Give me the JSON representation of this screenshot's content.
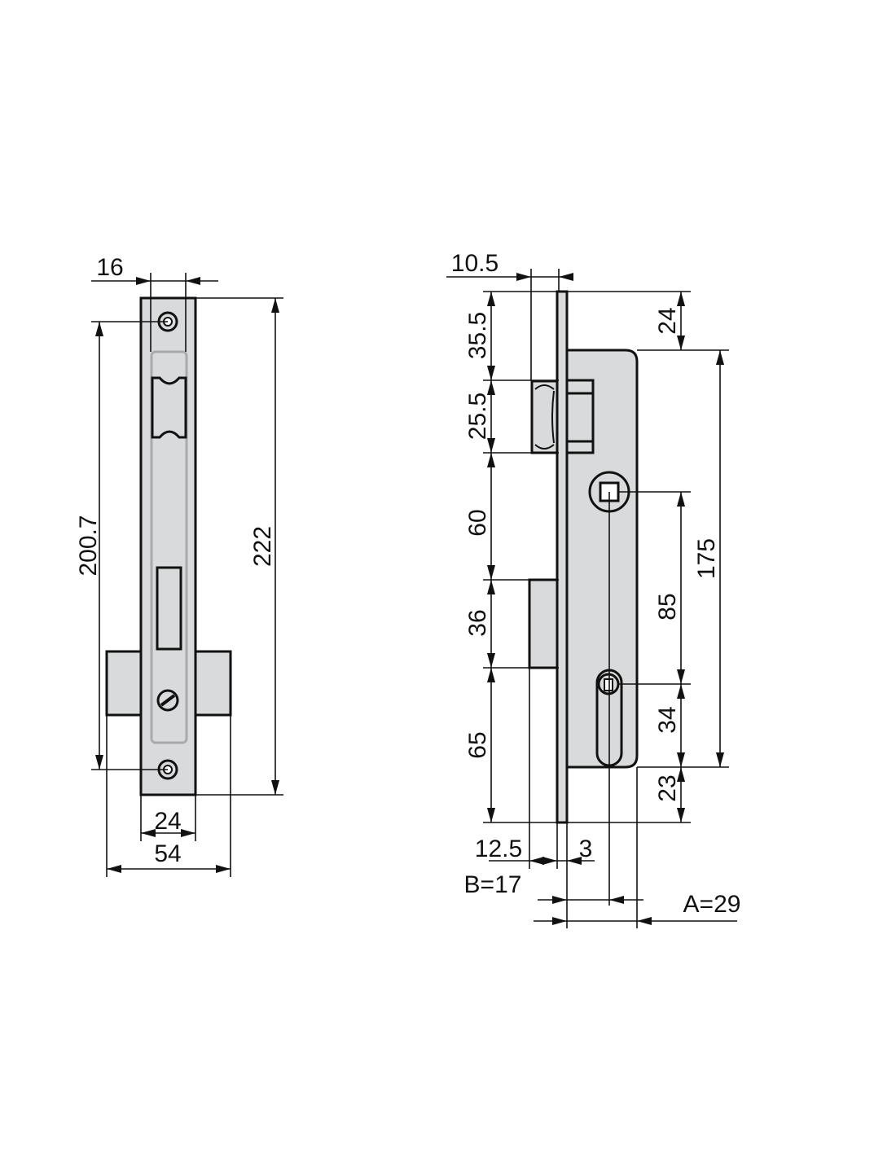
{
  "drawing": {
    "title": "Mortise lock dimension drawing",
    "front_view": {
      "dimensions": {
        "faceplate_width": "16",
        "screw_spacing": "200.7",
        "faceplate_height": "222",
        "case_width": "24",
        "overall_width": "54"
      }
    },
    "side_view": {
      "dimensions": {
        "latch_offset": "10.5",
        "top_to_latch": "35.5",
        "latch_height": "25.5",
        "latch_to_bolt": "60",
        "bolt_height": "36",
        "bolt_to_bottom": "65",
        "top_to_case": "24",
        "case_height": "175",
        "centre_distance": "85",
        "cylinder_to_case_bottom": "34",
        "case_bottom_to_plate": "23",
        "bolt_projection": "12.5",
        "plate_thickness": "3",
        "backset_b": "B=17",
        "depth_a": "A=29"
      }
    },
    "colors": {
      "fill": "#d9dadb",
      "line": "#111111",
      "inner": "#a9aaab"
    }
  }
}
